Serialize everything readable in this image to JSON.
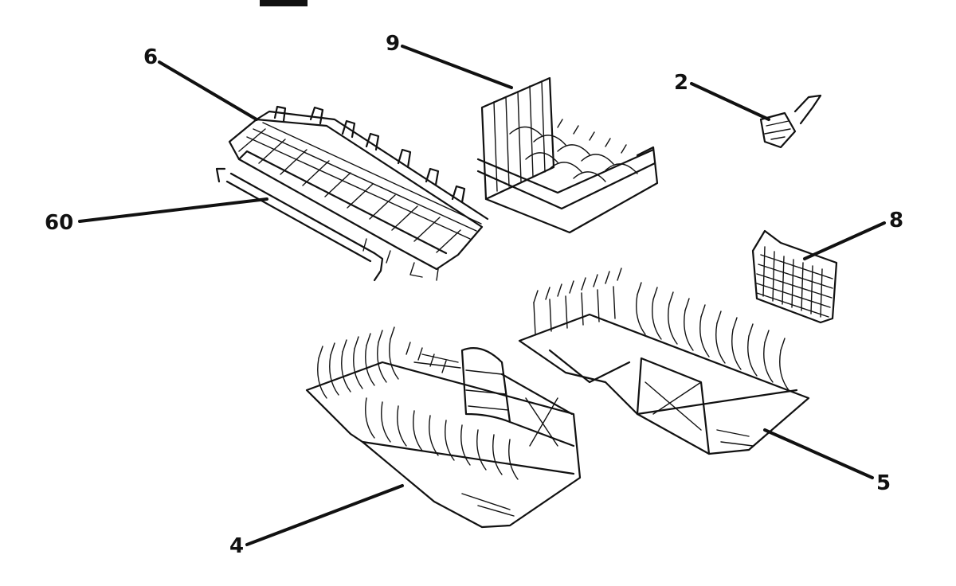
{
  "diagram": {
    "callouts": [
      {
        "id": "6",
        "label": "6"
      },
      {
        "id": "9",
        "label": "9"
      },
      {
        "id": "2",
        "label": "2"
      },
      {
        "id": "60",
        "label": "60"
      },
      {
        "id": "8",
        "label": "8"
      },
      {
        "id": "5",
        "label": "5"
      },
      {
        "id": "4",
        "label": "4"
      }
    ],
    "parts": [
      {
        "callout": "6",
        "icon": "upper-dish-rack-icon"
      },
      {
        "callout": "60",
        "icon": "rack-rail-icon"
      },
      {
        "callout": "9",
        "icon": "cup-shelf-rack-icon"
      },
      {
        "callout": "2",
        "icon": "wheel-clip-icon"
      },
      {
        "callout": "8",
        "icon": "silverware-basket-icon"
      },
      {
        "callout": "5",
        "icon": "lower-rack-right-section-icon"
      },
      {
        "callout": "4",
        "icon": "lower-rack-left-section-icon"
      }
    ]
  }
}
